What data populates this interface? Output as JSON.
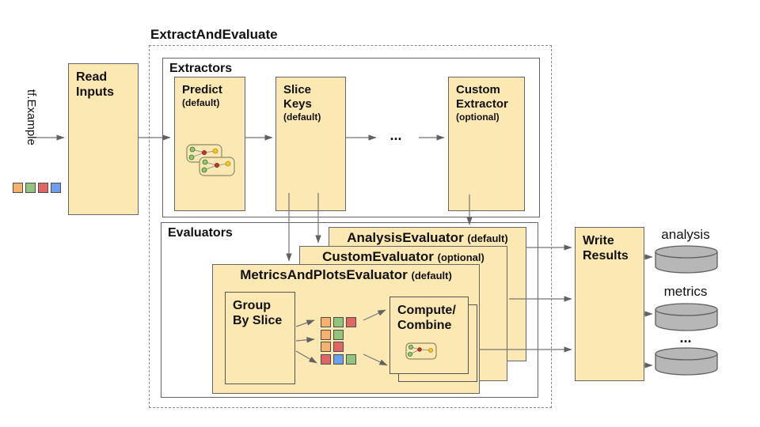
{
  "diagram_title": "ExtractAndEvaluate",
  "colors": {
    "orange": "#f6b26b",
    "green": "#93c47d",
    "red": "#e06666",
    "blue": "#6d9eeb",
    "box_fill": "#fce8b2",
    "box_border": "#666666",
    "cylinder_fill": "#b7b7b7",
    "arrow": "#757575"
  },
  "input": {
    "label": "tf.Example",
    "squares": [
      "orange",
      "green",
      "red",
      "blue"
    ]
  },
  "read_inputs": {
    "label": "Read\nInputs"
  },
  "extractors": {
    "label": "Extractors",
    "predict": {
      "title": "Predict",
      "sub": "(default)"
    },
    "slice_keys": {
      "title": "Slice\nKeys",
      "sub": "(default)"
    },
    "ellipsis": "...",
    "custom": {
      "title": "Custom\nExtractor",
      "sub": "(optional)"
    }
  },
  "evaluators": {
    "label": "Evaluators",
    "analysis": {
      "title": "AnalysisEvaluator",
      "sub": "(default)"
    },
    "custom": {
      "title": "CustomEvaluator",
      "sub": "(optional)"
    },
    "metrics": {
      "title": "MetricsAndPlotsEvaluator",
      "sub": "(default)"
    },
    "group_by_slice": {
      "label": "Group\nBy Slice"
    },
    "slice_grid": {
      "rows": [
        [
          "orange",
          "green",
          "red"
        ],
        [
          "orange",
          "green"
        ],
        [
          "orange",
          "red"
        ],
        [
          "red",
          "blue",
          "green"
        ]
      ]
    },
    "compute_combine": {
      "label": "Compute/\nCombine"
    }
  },
  "write_results": {
    "label": "Write\nResults"
  },
  "outputs": [
    {
      "label": "analysis"
    },
    {
      "label": "metrics"
    },
    {
      "label": "..."
    }
  ],
  "icons": {
    "predict": "network-graph-icon",
    "compute_combine": "network-graph-icon",
    "output": "database-cylinder-icon"
  }
}
